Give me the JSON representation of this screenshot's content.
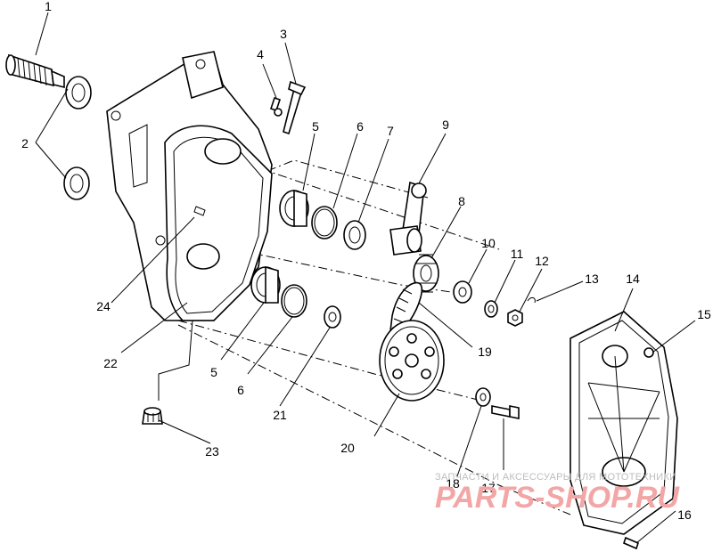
{
  "callouts": [
    {
      "id": "1",
      "text": "1"
    },
    {
      "id": "2",
      "text": "2"
    },
    {
      "id": "3",
      "text": "3"
    },
    {
      "id": "4",
      "text": "4"
    },
    {
      "id": "5a",
      "text": "5"
    },
    {
      "id": "5b",
      "text": "5"
    },
    {
      "id": "6a",
      "text": "6"
    },
    {
      "id": "6b",
      "text": "6"
    },
    {
      "id": "7",
      "text": "7"
    },
    {
      "id": "8",
      "text": "8"
    },
    {
      "id": "9",
      "text": "9"
    },
    {
      "id": "10",
      "text": "10"
    },
    {
      "id": "11",
      "text": "11"
    },
    {
      "id": "12",
      "text": "12"
    },
    {
      "id": "13",
      "text": "13"
    },
    {
      "id": "14",
      "text": "14"
    },
    {
      "id": "15",
      "text": "15"
    },
    {
      "id": "16",
      "text": "16"
    },
    {
      "id": "17",
      "text": "17"
    },
    {
      "id": "18",
      "text": "18"
    },
    {
      "id": "19",
      "text": "19"
    },
    {
      "id": "20",
      "text": "20"
    },
    {
      "id": "21",
      "text": "21"
    },
    {
      "id": "22",
      "text": "22"
    },
    {
      "id": "23",
      "text": "23"
    },
    {
      "id": "24",
      "text": "24"
    }
  ],
  "watermark": {
    "line1": "ЗАПЧАСТИ И АКСЕССУАРЫ ДЛЯ МОТОТЕХНИКИ",
    "line2": "PARTS-SHOP.RU"
  }
}
